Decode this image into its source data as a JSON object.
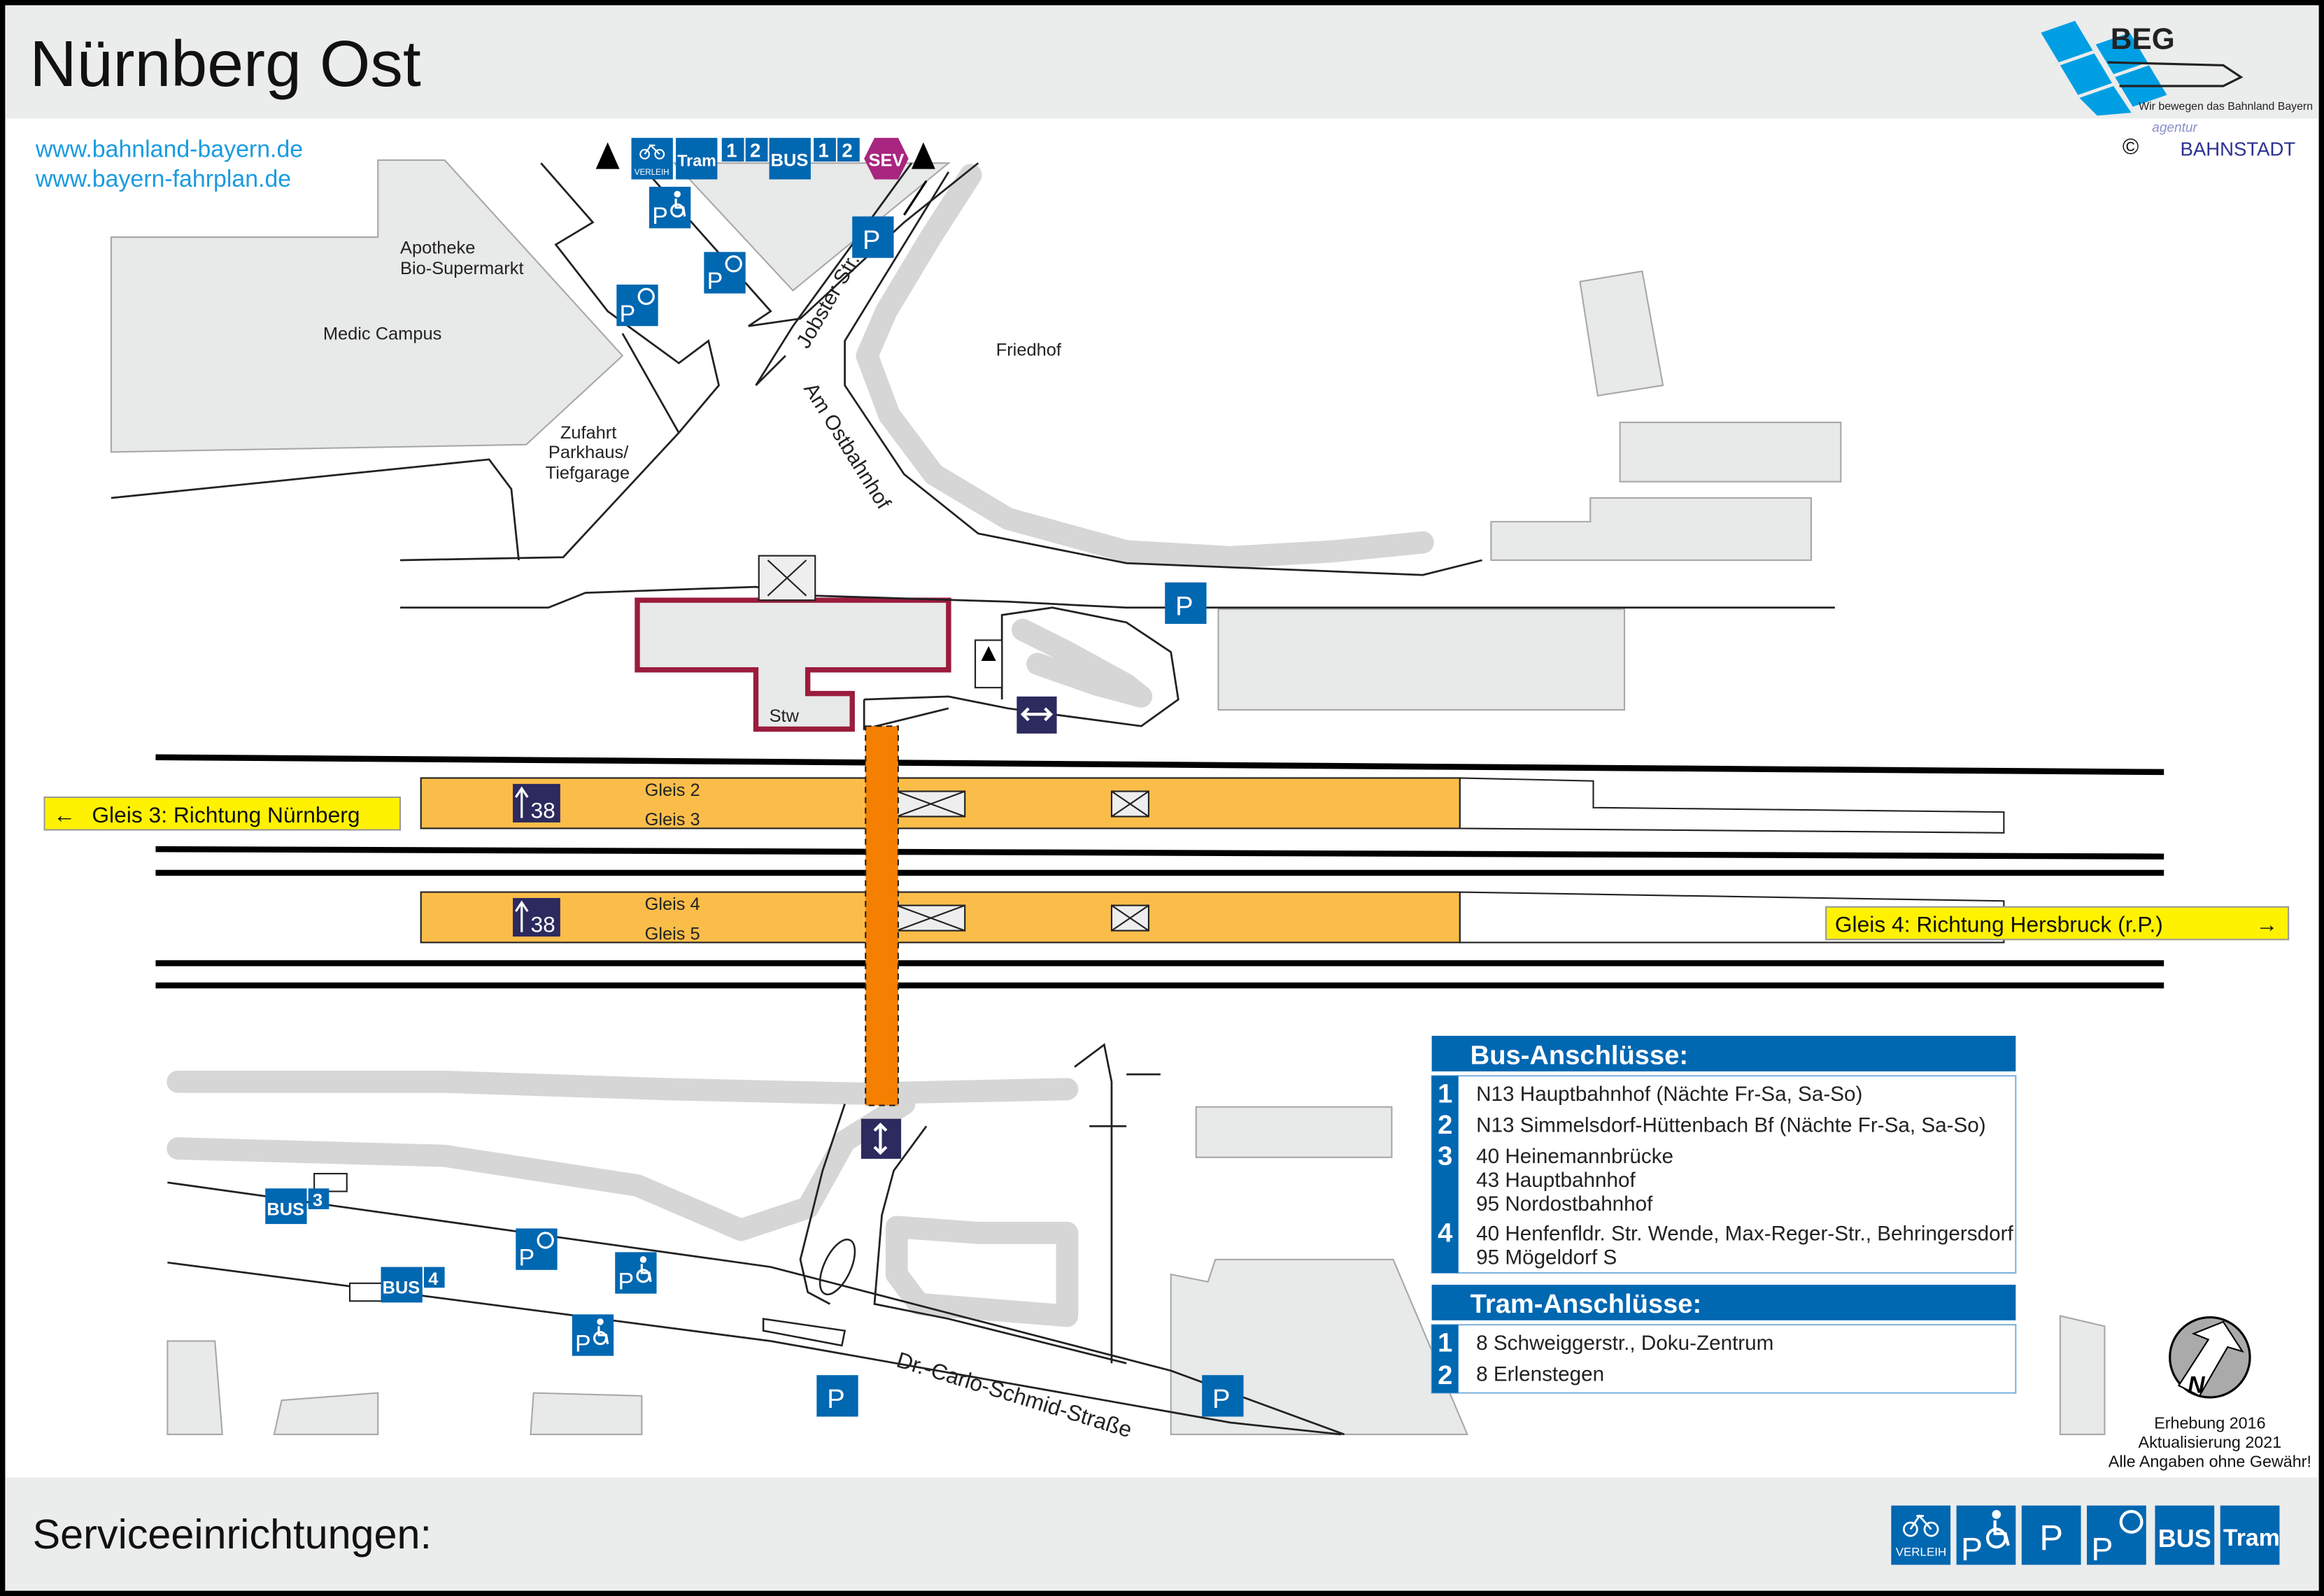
{
  "header": {
    "title": "Nürnberg Ost"
  },
  "links": [
    "www.bahnland-bayern.de",
    "www.bayern-fahrplan.de"
  ],
  "logo": {
    "brand": "BEG",
    "slogan": "Wir bewegen das Bahnland Bayern",
    "copyright_symbol": "©",
    "agency_small": "agentur",
    "agency": "BAHNSTADT"
  },
  "map": {
    "labels": {
      "apotheke": "Apotheke",
      "bio": "Bio-Supermarkt",
      "medic": "Medic Campus",
      "zufahrt1": "Zufahrt",
      "zufahrt2": "Parkhaus/",
      "zufahrt3": "Tiefgarage",
      "friedhof": "Friedhof",
      "stw": "Stw"
    },
    "streets": {
      "jobster": "Jobster Str.",
      "ostbahnhof": "Am Ostbahnhof",
      "carlo": "Dr.-Carlo-Schmid-Straße"
    },
    "platforms": [
      {
        "top": "Gleis 2",
        "bottom": "Gleis 3",
        "exit_number": "38"
      },
      {
        "top": "Gleis 4",
        "bottom": "Gleis 5",
        "exit_number": "38"
      }
    ],
    "directions": {
      "west": "Gleis 3: Richtung Nürnberg",
      "east": "Gleis 4: Richtung Hersbruck (r.P.)",
      "arrow_left": "←",
      "arrow_right": "→"
    },
    "stop_signs": {
      "verleih": "VERLEIH",
      "tram": "Tram",
      "bus": "BUS",
      "sev": "SEV",
      "n1": "1",
      "n2": "2",
      "n3": "3",
      "n4": "4",
      "p": "P"
    }
  },
  "bus": {
    "title": "Bus-Anschlüsse:",
    "rows": [
      {
        "num": "1",
        "lines": [
          "N13 Hauptbahnhof (Nächte Fr-Sa, Sa-So)"
        ]
      },
      {
        "num": "2",
        "lines": [
          "N13 Simmelsdorf-Hüttenbach Bf (Nächte Fr-Sa, Sa-So)"
        ]
      },
      {
        "num": "3",
        "lines": [
          "40 Heinemannbrücke",
          "43 Hauptbahnhof",
          "95 Nordostbahnhof"
        ]
      },
      {
        "num": "4",
        "lines": [
          "40 Henfenfldr. Str. Wende, Max-Reger-Str., Behringersdorf",
          "95 Mögeldorf S"
        ]
      }
    ]
  },
  "tram": {
    "title": "Tram-Anschlüsse:",
    "rows": [
      {
        "num": "1",
        "lines": [
          "8 Schweiggerstr., Doku-Zentrum"
        ]
      },
      {
        "num": "2",
        "lines": [
          "8 Erlenstegen"
        ]
      }
    ]
  },
  "compass": {
    "letter": "N"
  },
  "notes": [
    "Erhebung 2016",
    "Aktualisierung 2021",
    "Alle Angaben ohne Gewähr!"
  ],
  "footer": {
    "title": "Serviceeinrichtungen:",
    "verleih": "VERLEIH",
    "p": "P",
    "bus": "BUS",
    "tram": "Tram"
  },
  "colors": {
    "blue": "#0067b1",
    "navy": "#2c2a5e",
    "platform": "#fbbd4a",
    "subway": "#f57f00",
    "sev": "#a8267f",
    "station": "#9b1c3c",
    "link": "#1a9be0",
    "yellow": "#fff200"
  }
}
